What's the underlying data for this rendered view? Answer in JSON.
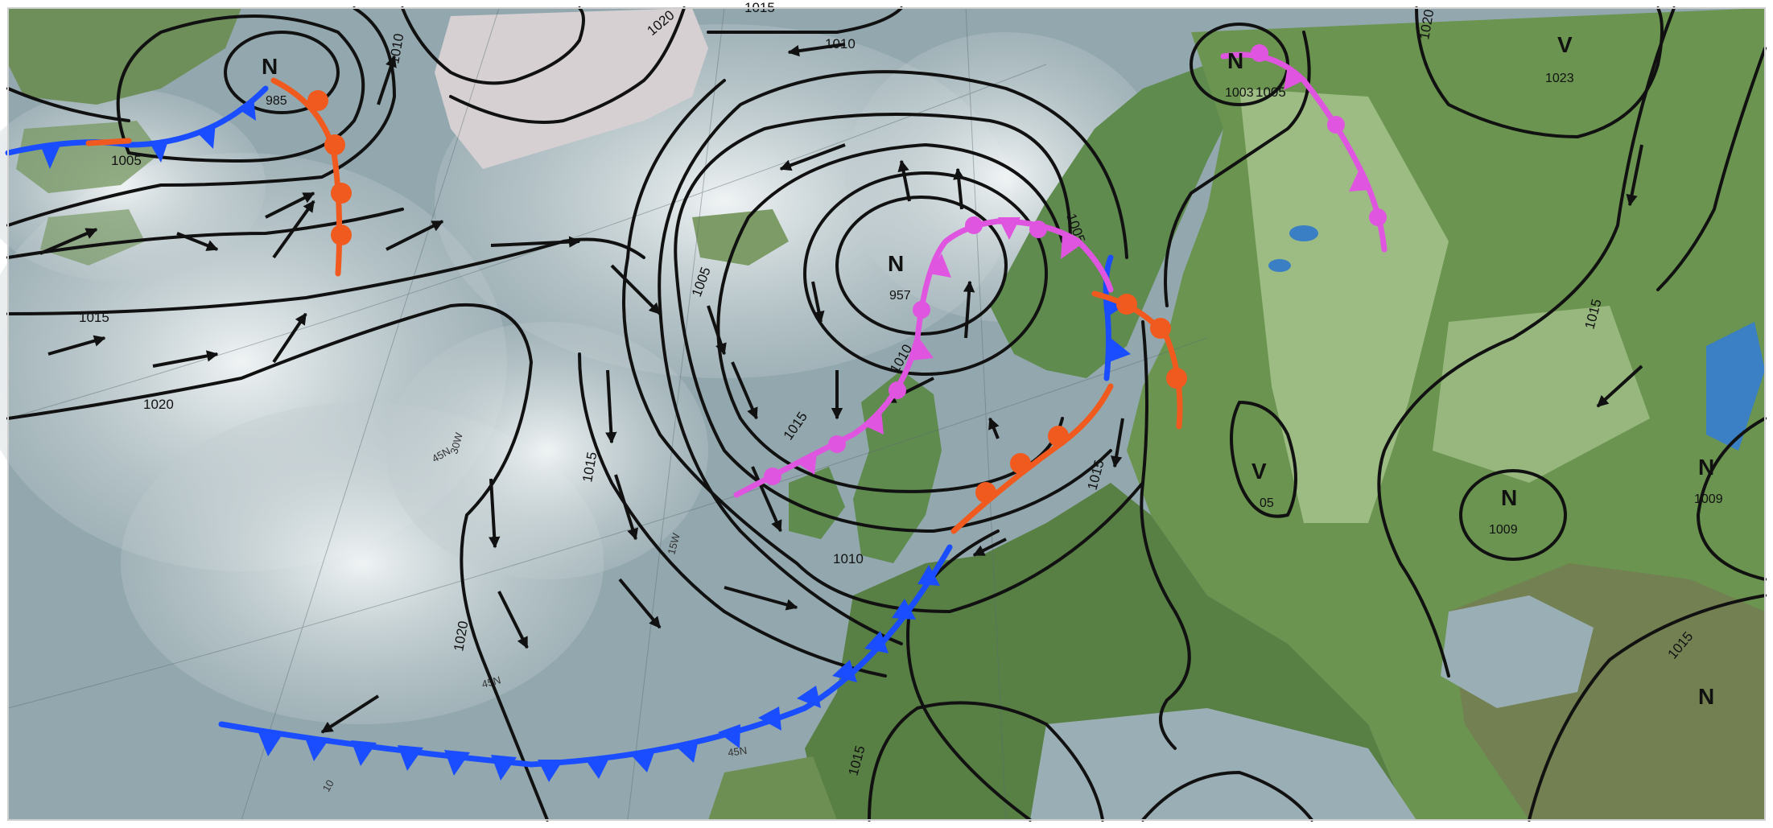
{
  "map": {
    "colors": {
      "ocean": "#8fa4ab",
      "cloud": "#eef2f3",
      "land_green": "#5e8a4e",
      "land_dark": "#3e5d32",
      "ice": "#d9d4d6",
      "isobar": "#111111",
      "cold_front": "#1a4dff",
      "warm_front": "#f05a1e",
      "occluded_front": "#e055e0",
      "lake": "#3a7fc4"
    },
    "lows": [
      {
        "id": "low-greenland-west",
        "symbol": "N",
        "value": "985"
      },
      {
        "id": "low-north-atlantic",
        "symbol": "N",
        "value": "957"
      },
      {
        "id": "low-barents",
        "symbol": "N",
        "value": "1003"
      },
      {
        "id": "low-ukraine",
        "symbol": "N",
        "value": "1009"
      },
      {
        "id": "low-caspian",
        "symbol": "N",
        "value": "1009"
      },
      {
        "id": "low-turkey",
        "symbol": "N",
        "value": ""
      }
    ],
    "highs": [
      {
        "id": "high-russia",
        "symbol": "V",
        "value": "1023"
      },
      {
        "id": "high-baltic",
        "symbol": "V",
        "value": "05"
      }
    ],
    "isobar_labels": [
      "1005",
      "1010",
      "1015",
      "1020",
      "1020",
      "1015",
      "1010",
      "1015",
      "1020",
      "1005",
      "1015",
      "1010",
      "1015",
      "1005",
      "1010",
      "1015",
      "1015",
      "1020",
      "1005",
      "1015",
      "1010",
      "1020",
      "1010",
      "1015",
      "1005"
    ],
    "grid_labels": [
      "45N",
      "45N",
      "45N",
      "15W",
      "30W",
      "10"
    ]
  }
}
